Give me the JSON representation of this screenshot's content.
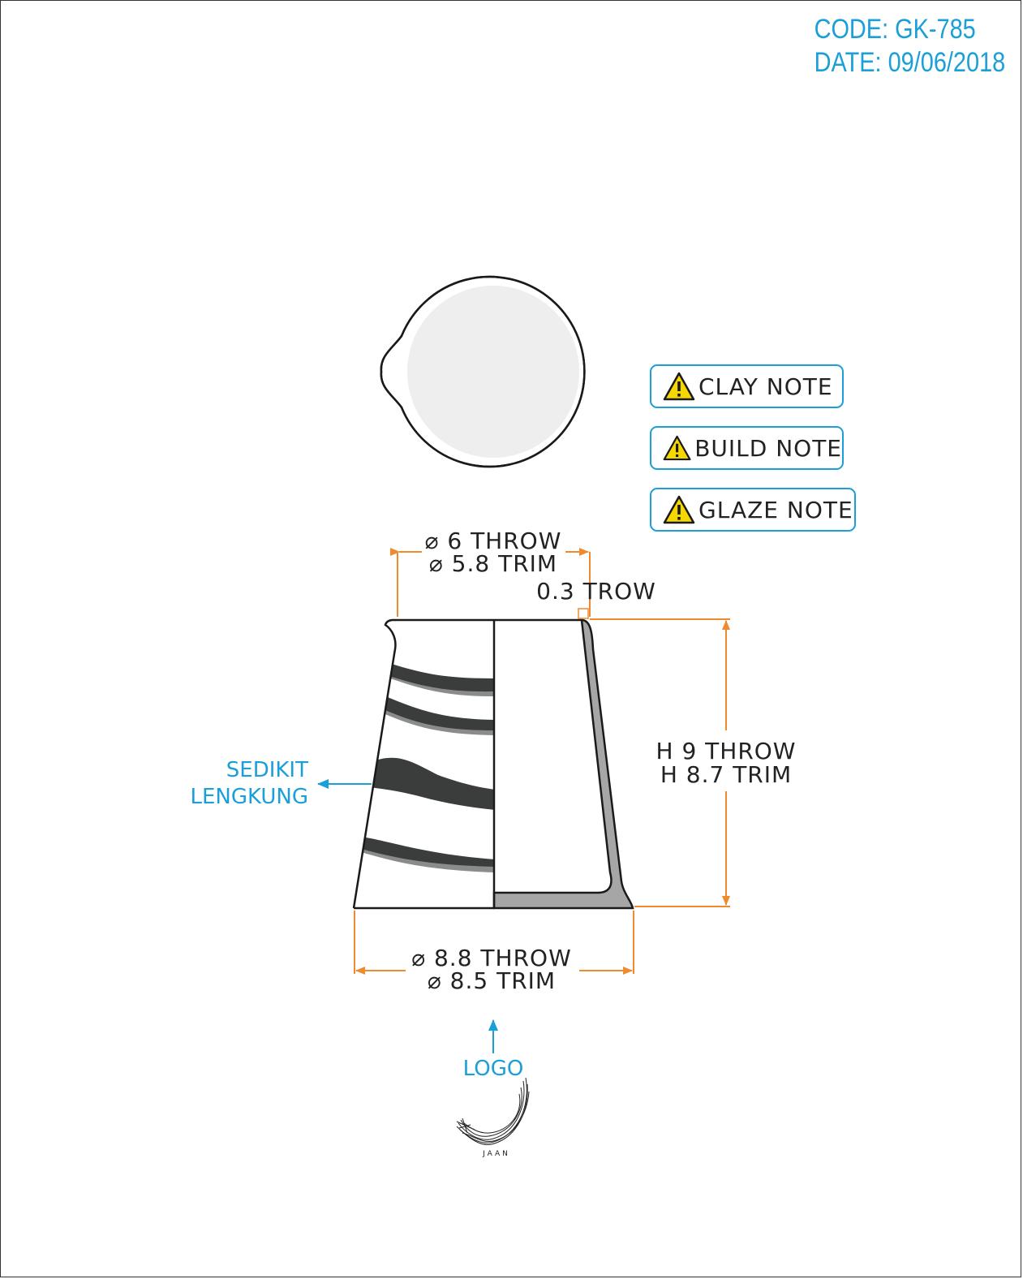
{
  "header": {
    "code": "CODE: GK-785",
    "date": "DATE: 09/06/2018"
  },
  "notes": [
    {
      "label": "CLAY NOTE",
      "icon": "warning-triangle-icon"
    },
    {
      "label": "BUILD NOTE",
      "icon": "warning-triangle-icon"
    },
    {
      "label": "GLAZE NOTE",
      "icon": "warning-triangle-icon"
    }
  ],
  "dimensions": {
    "top_diameter_throw": "⌀ 6 THROW",
    "top_diameter_trim": "⌀ 5.8 TRIM",
    "wall_thickness": "0.3 TROW",
    "height_throw": "H 9 THROW",
    "height_trim": "H 8.7 TRIM",
    "base_diameter_throw": "⌀ 8.8 THROW",
    "base_diameter_trim": "⌀ 8.5 TRIM"
  },
  "callouts": {
    "curve_line1": "SEDIKIT",
    "curve_line2": "LENGKUNG",
    "logo": "LOGO"
  },
  "brand": {
    "name": "JAAN"
  },
  "colors": {
    "accent_blue": "#1a9fd8",
    "dimension_orange": "#f08a2e",
    "stripe_dark": "#3a3d3c",
    "section_gray": "#a6a6a6",
    "warning_yellow": "#f5d800"
  }
}
